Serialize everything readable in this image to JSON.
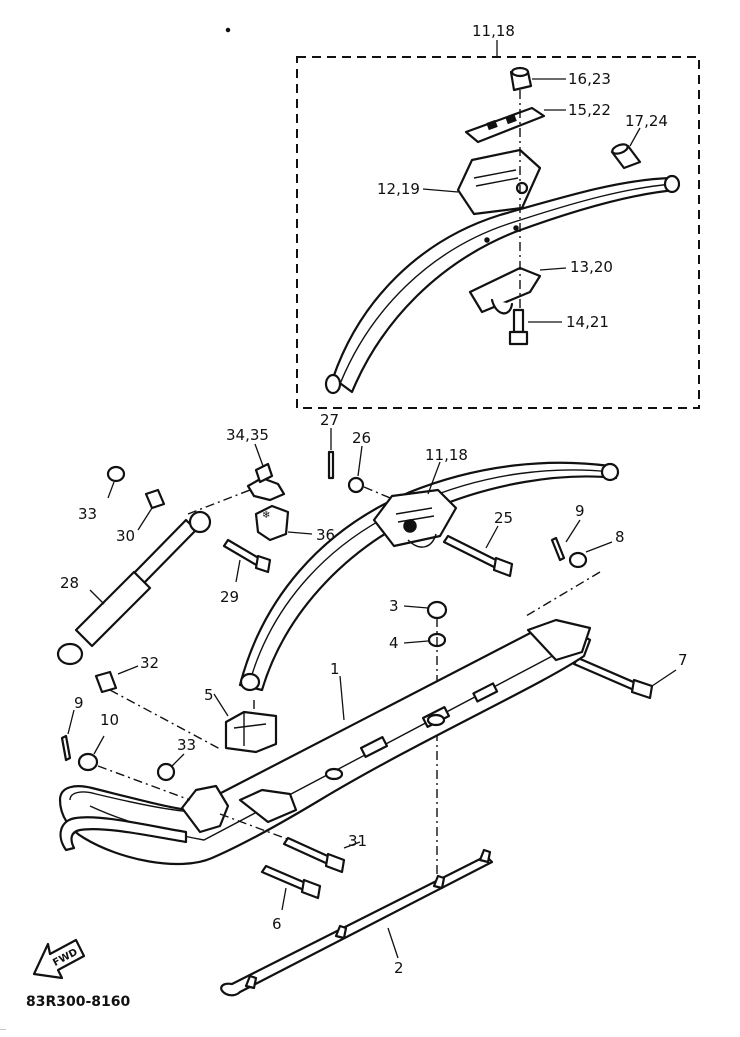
{
  "diagram": {
    "part_labels": {
      "p11_18_top": "11,18",
      "p16_23": "16,23",
      "p15_22": "15,22",
      "p17_24": "17,24",
      "p12_19": "12,19",
      "p13_20": "13,20",
      "p14_21": "14,21",
      "p27": "27",
      "p26": "26",
      "p34_35": "34,35",
      "p11_18_mid": "11,18",
      "p33_top": "33",
      "p30": "30",
      "p25": "25",
      "p9_right": "9",
      "p8": "8",
      "p36": "36",
      "p29": "29",
      "p28": "28",
      "p3": "3",
      "p4": "4",
      "p7": "7",
      "p32": "32",
      "p1": "1",
      "p5": "5",
      "p9_left": "9",
      "p10": "10",
      "p33_bottom": "33",
      "p31": "31",
      "p6": "6",
      "p2": "2"
    },
    "fwd_label": "FWD",
    "catalog_code": "83R300-8160",
    "page_footer": "…"
  }
}
